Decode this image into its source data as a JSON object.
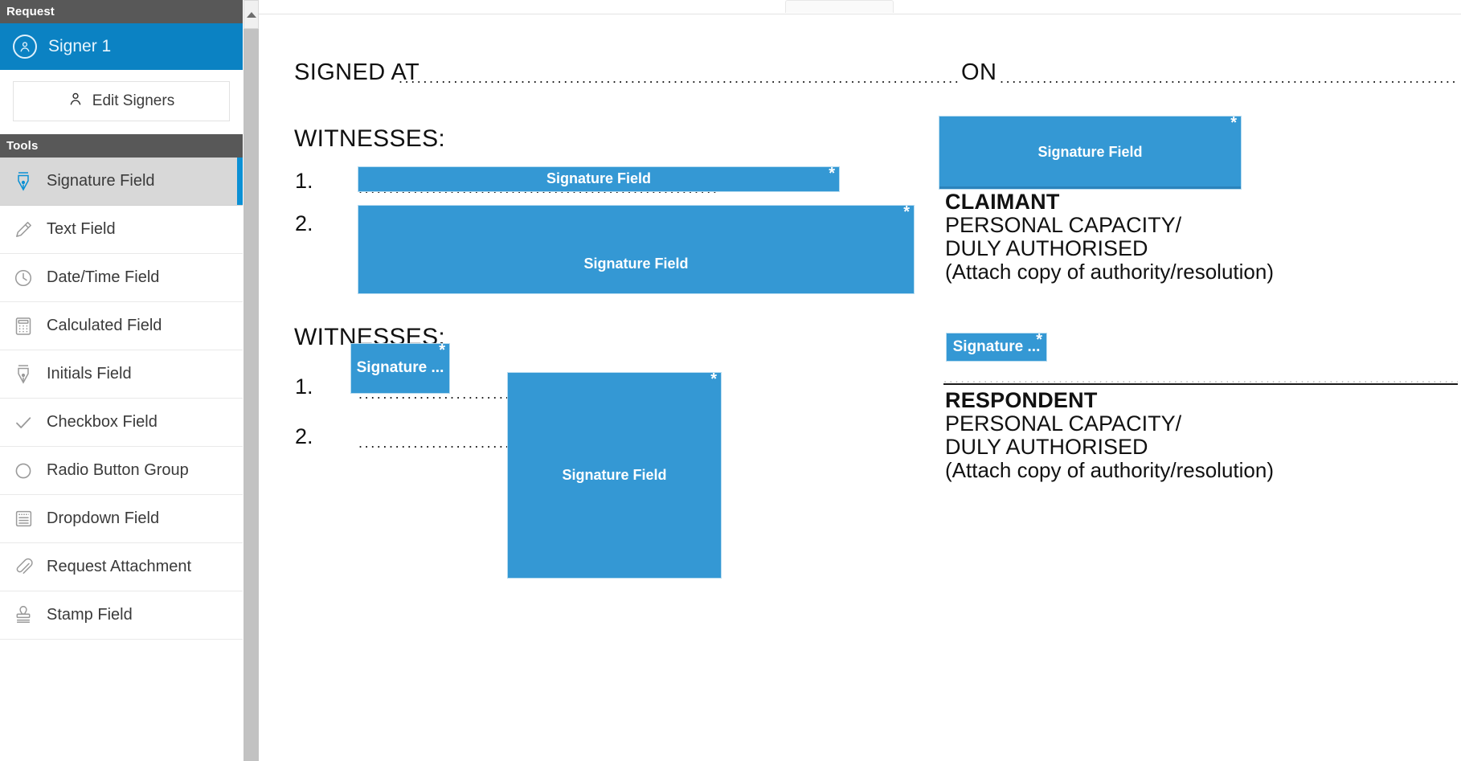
{
  "sidebar": {
    "request_header": "Request",
    "signer": {
      "label": "Signer 1",
      "icon": "user-circle-icon"
    },
    "edit_signers": {
      "label": "Edit Signers",
      "icon": "user-icon"
    },
    "tools_header": "Tools",
    "tools": [
      {
        "label": "Signature Field",
        "icon": "pen-nib-icon",
        "active": true
      },
      {
        "label": "Text Field",
        "icon": "pencil-icon",
        "active": false
      },
      {
        "label": "Date/Time Field",
        "icon": "clock-icon",
        "active": false
      },
      {
        "label": "Calculated Field",
        "icon": "calculator-icon",
        "active": false
      },
      {
        "label": "Initials Field",
        "icon": "pen-nib-icon",
        "active": false
      },
      {
        "label": "Checkbox Field",
        "icon": "check-icon",
        "active": false
      },
      {
        "label": "Radio Button Group",
        "icon": "circle-icon",
        "active": false
      },
      {
        "label": "Dropdown Field",
        "icon": "list-box-icon",
        "active": false
      },
      {
        "label": "Request Attachment",
        "icon": "paperclip-icon",
        "active": false
      },
      {
        "label": "Stamp Field",
        "icon": "stamp-icon",
        "active": false
      }
    ],
    "scrollbar": {
      "up_arrow": "chevron-up-icon"
    }
  },
  "colors": {
    "signer_blue": "#0b82c3",
    "field_blue": "#3498d4",
    "tool_active_bg": "#d8d8d8",
    "tool_active_accent": "#0b90d4",
    "header_gray": "#585858"
  },
  "document": {
    "signed_at_label": "SIGNED AT",
    "on_label": "ON",
    "witnesses_label_1": "WITNESSES:",
    "witnesses_label_2": "WITNESSES:",
    "item_1": "1.",
    "item_2": "2.",
    "item_1b": "1.",
    "item_2b": "2.",
    "claimant": {
      "title": "CLAIMANT",
      "line1": "PERSONAL CAPACITY/",
      "line2": "DULY AUTHORISED",
      "line3": "(Attach copy of authority/resolution)"
    },
    "respondent": {
      "title": "RESPONDENT",
      "line1": "PERSONAL CAPACITY/",
      "line2": "DULY AUTHORISED",
      "line3": "(Attach copy of authority/resolution)"
    },
    "fields": [
      {
        "id": "witness1-sig",
        "label": "Signature Field",
        "required_marker": "*"
      },
      {
        "id": "witness2-sig",
        "label": "Signature Field",
        "required_marker": "*"
      },
      {
        "id": "claimant-sig",
        "label": "Signature Field",
        "required_marker": "*"
      },
      {
        "id": "witness1b-sig",
        "label": "Signature ...",
        "required_marker": "*"
      },
      {
        "id": "witness2b-sig",
        "label": "Signature Field",
        "required_marker": "*"
      },
      {
        "id": "respondent-sig",
        "label": "Signature ...",
        "required_marker": "*"
      }
    ]
  }
}
